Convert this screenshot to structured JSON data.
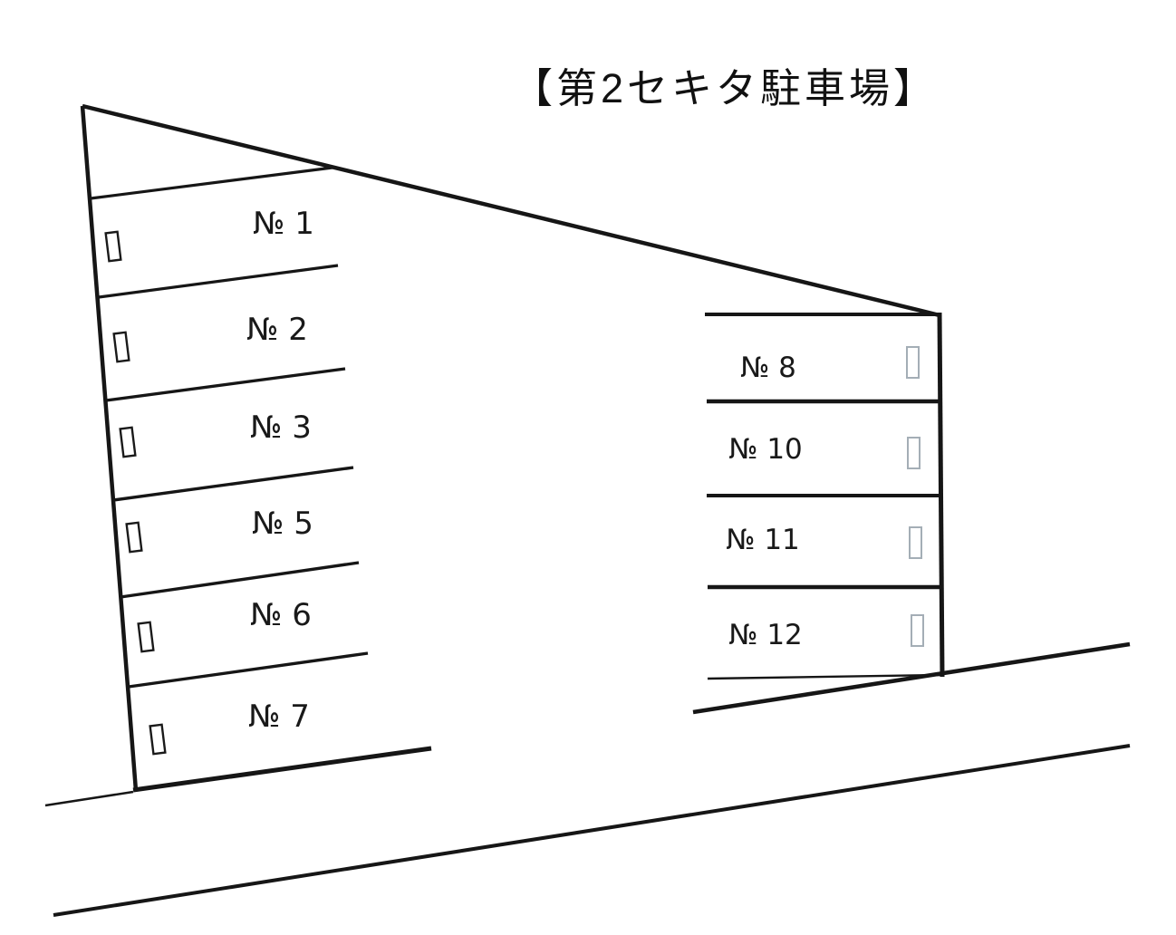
{
  "title": "【第2セキタ駐車場】",
  "lot": {
    "spaces": {
      "left": [
        "№ 1",
        "№ 2",
        "№ 3",
        "№ 5",
        "№ 6",
        "№ 7"
      ],
      "right": [
        "№ 8",
        "№ 10",
        "№ 11",
        "№ 12"
      ]
    },
    "marker_icon": "wheel-stopper",
    "colors": {
      "line": "#161616",
      "text": "#191919",
      "left_marker": "#1a1a1a",
      "right_marker": "#a4aeb6",
      "background": "#ffffff"
    }
  }
}
